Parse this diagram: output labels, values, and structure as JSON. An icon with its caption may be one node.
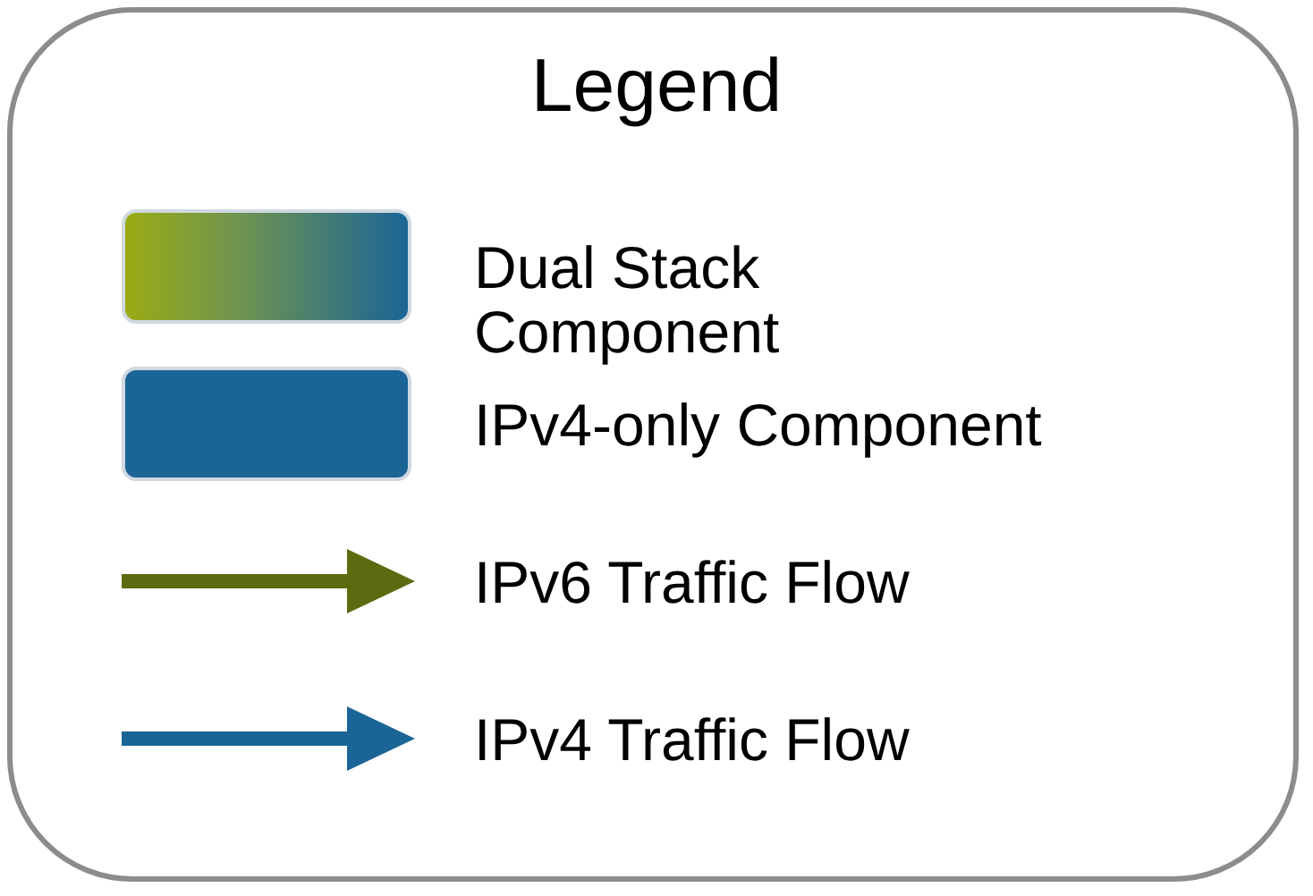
{
  "diagram": {
    "title": "Legend",
    "legend": [
      {
        "text": "Dual Stack Component"
      },
      {
        "text": "IPv4-only Component",
        "color": "#1b6596"
      },
      {
        "text": "IPv6 Traffic Flow"
      },
      {
        "text": "IPv4 Traffic Flow"
      }
    ]
  }
}
